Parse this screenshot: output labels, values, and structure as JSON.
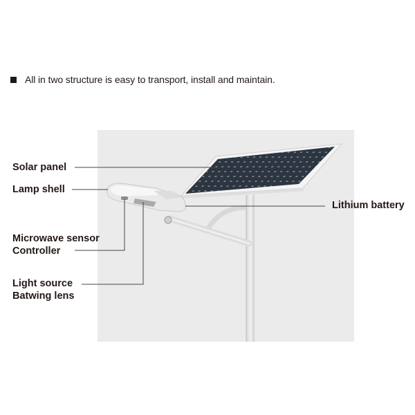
{
  "feature": {
    "bullet_icon": "square-bullet-icon",
    "text": "All in two structure is easy to transport, install and maintain."
  },
  "diagram": {
    "subject": "Solar street light (all in two)",
    "background_color": "#ebebeb",
    "labels": {
      "solar_panel": "Solar panel",
      "lamp_shell": "Lamp shell",
      "microwave_sensor": "Microwave sensor",
      "controller": "Controller",
      "light_source": "Light source",
      "batwing_lens": "Batwing lens",
      "lithium_battery": "Lithium battery"
    }
  }
}
